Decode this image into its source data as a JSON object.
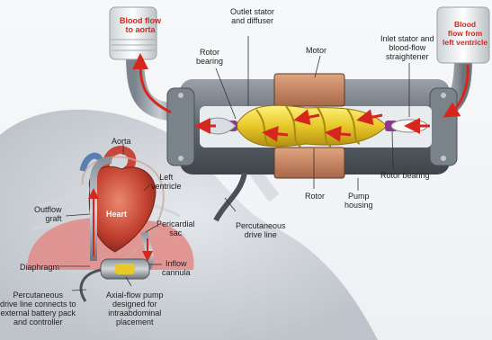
{
  "labels": {
    "blood_flow_aorta": "Blood flow\nto aorta",
    "blood_flow_lv": "Blood\nflow from\nleft ventricle",
    "outlet_stator": "Outlet stator\nand diffuser",
    "rotor_bearing_top": "Rotor\nbearing",
    "motor": "Motor",
    "inlet_stator": "Inlet stator and\nblood-flow\nstraightener",
    "rotor_bearing_right": "Rotor bearing",
    "rotor": "Rotor",
    "pump_housing": "Pump\nhousing",
    "percutaneous_line": "Percutaneous\ndrive line",
    "aorta": "Aorta",
    "left_ventricle": "Left\nventricle",
    "heart": "Heart",
    "outflow_graft": "Outflow\ngraft",
    "pericardial_sac": "Pericardial\nsac",
    "diaphragm": "Diaphragm",
    "inflow_cannula": "Inflow\ncannula",
    "drive_line_connects": "Percutaneous\ndrive line connects to\nexternal battery pack\nand controller",
    "axial_pump": "Axial-flow pump\ndesigned for\nintraabdominal\nplacement"
  },
  "colors": {
    "flow_arrow": "#d6271e",
    "rotor": "#e8d23a",
    "motor": "#c98b66",
    "housing": "#6f7780",
    "heart": "#c8473a"
  }
}
